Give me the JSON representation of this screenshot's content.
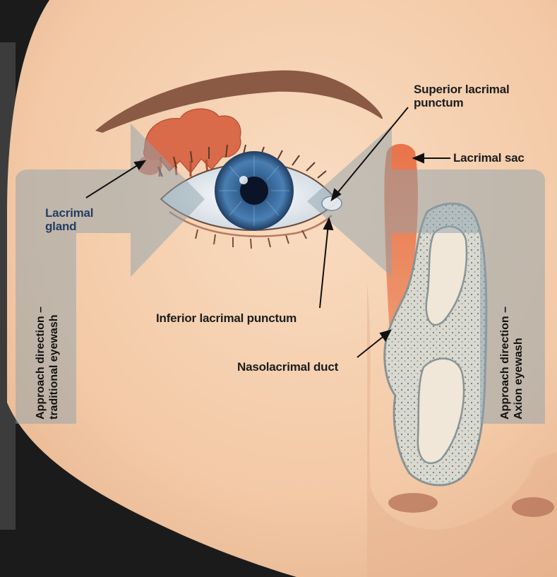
{
  "labels": {
    "superior_line1": "Superior lacrimal",
    "superior_line2": "punctum",
    "lacrimal_sac": "Lacrimal sac",
    "gland_line1": "Lacrimal",
    "gland_line2": "gland",
    "inferior_punctum": "Inferior lacrimal punctum",
    "nasolacrimal_duct": "Nasolacrimal duct"
  },
  "approach_left": {
    "line1": "Approach direction –",
    "line2": "traditional eyewash"
  },
  "approach_right": {
    "line1": "Approach direction –",
    "line2": "Axion eyewash"
  },
  "colors": {
    "skin": "#f3cbaa",
    "gland": "#d9684a",
    "duct": "#e7794f",
    "iris": "#3e6e9e",
    "overlay": "#8fa3ad",
    "label_blue": "#233f63",
    "label_dark": "#1c1c1c"
  }
}
